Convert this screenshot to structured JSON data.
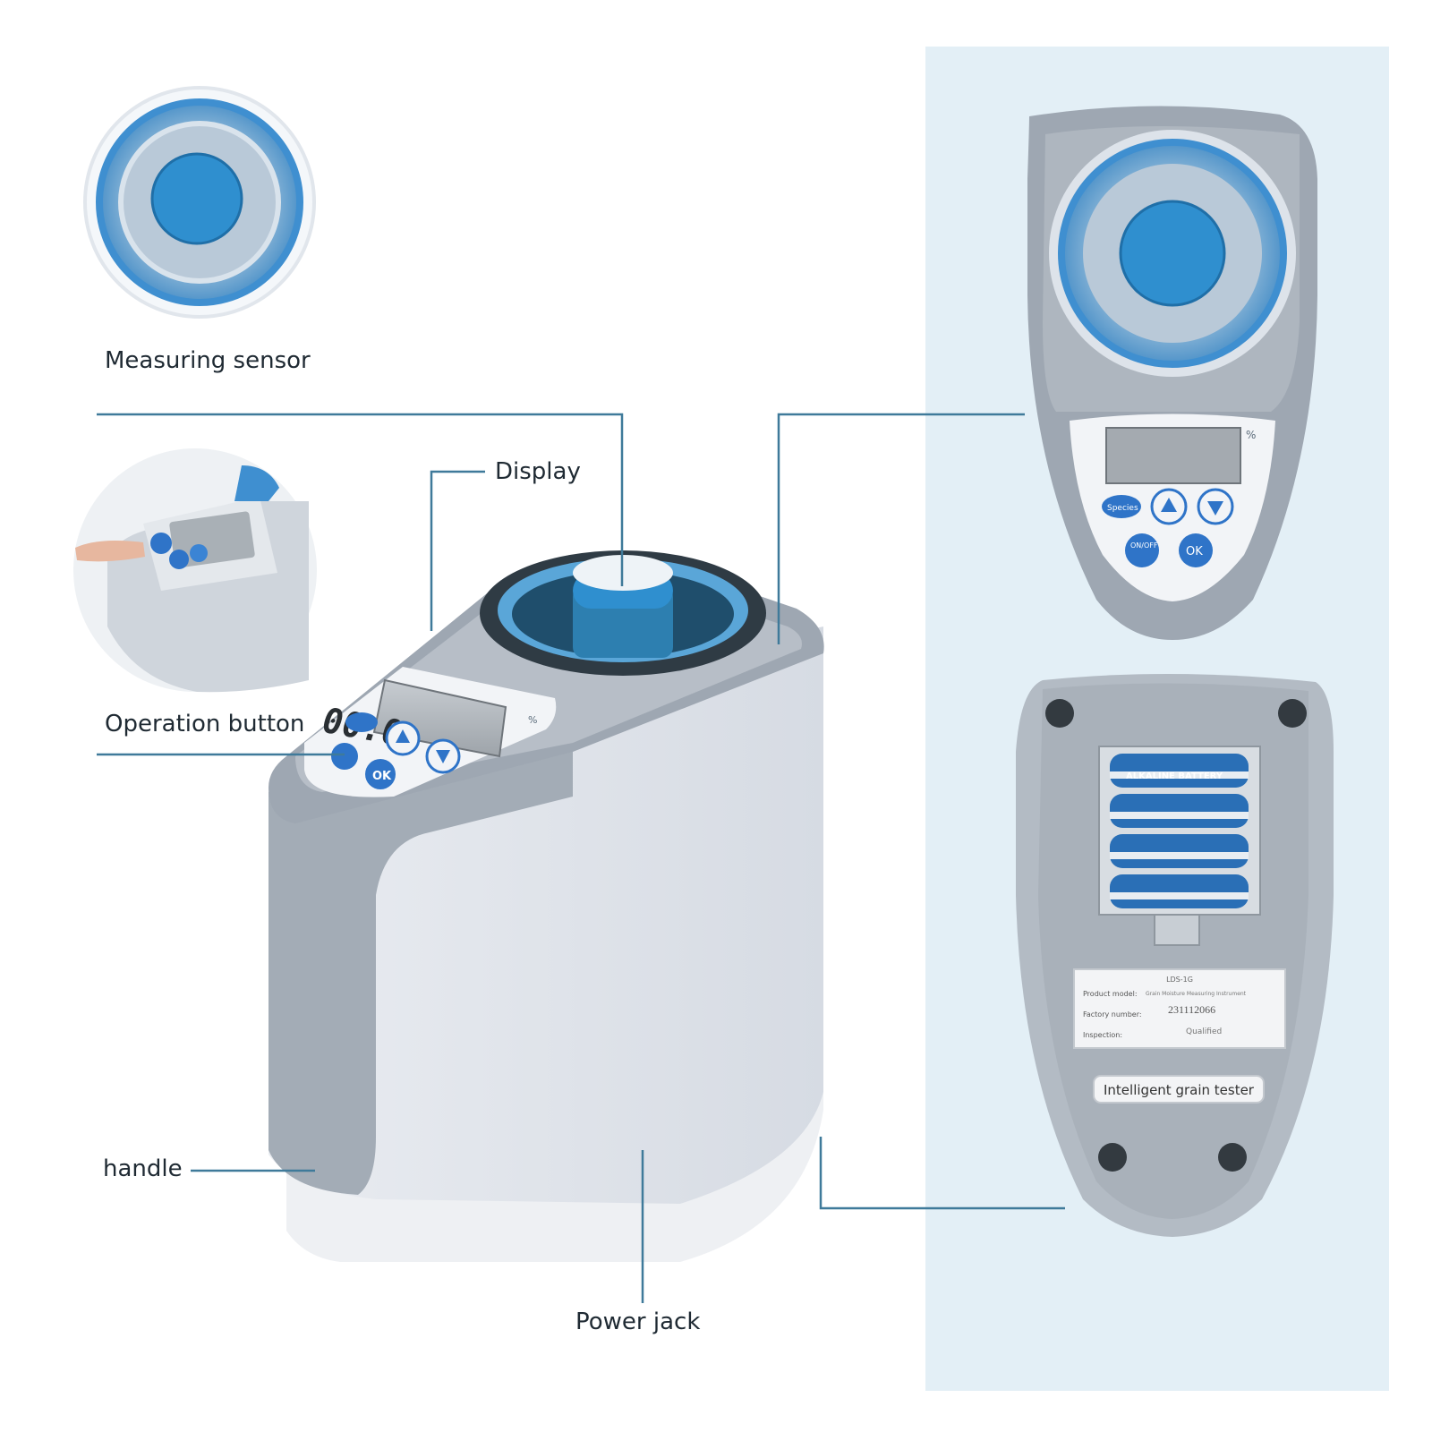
{
  "labels": {
    "measuring_sensor": "Measuring sensor",
    "display": "Display",
    "operation_button": "Operation button",
    "handle": "handle",
    "power_jack": "Power jack"
  },
  "device": {
    "lcd_reading": "00.0",
    "percent_unit": "%",
    "buttons": {
      "species": "Species",
      "on_off": "ON/OFF",
      "ok": "OK"
    }
  },
  "back_panel": {
    "battery_label": "ALKALINE BATTERY",
    "sticker": {
      "model_code": "LDS-1G",
      "product_model_label": "Product model:",
      "product_model_value": "Grain Moisture Measuring Instrument",
      "factory_number_label": "Factory number:",
      "factory_number_value": "231112066",
      "inspection_label": "Inspection:",
      "inspection_value": "Qualified"
    },
    "badge": "Intelligent grain tester"
  },
  "colors": {
    "callout_line": "#3f7a9a",
    "panel_bg": "#e3eff6",
    "device_gray": "#9ea7b2",
    "device_light": "#e6e9ee",
    "button_blue": "#2f74c8",
    "sensor_blue": "#2f8fcf"
  }
}
